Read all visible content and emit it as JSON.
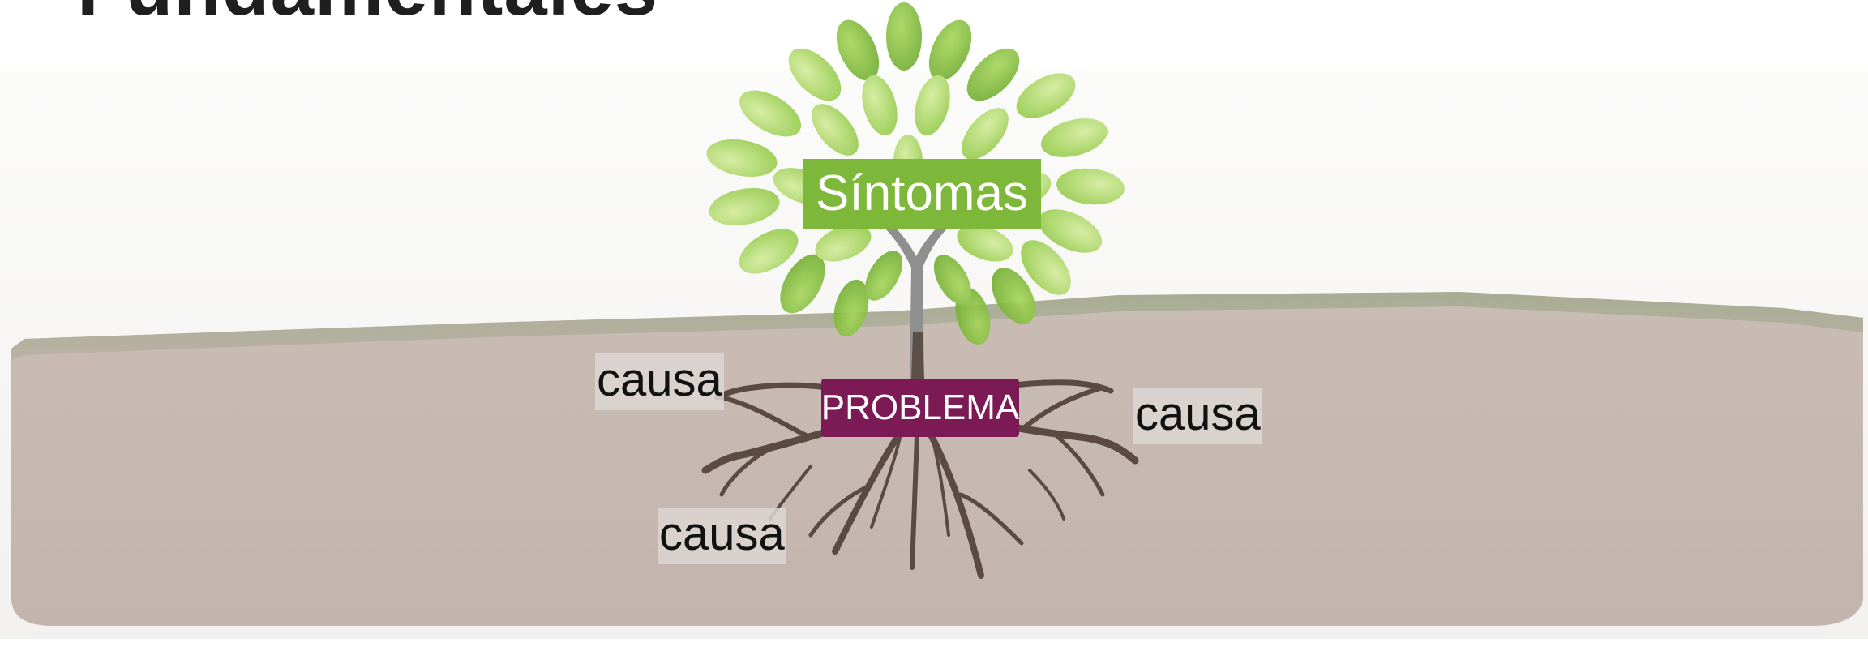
{
  "page": {
    "title": "Fundamentales"
  },
  "diagram": {
    "symptoms_label": "Síntomas",
    "problem_label": "PROBLEMA",
    "causes": [
      "causa",
      "causa",
      "causa"
    ]
  },
  "colors": {
    "symptoms": "#7db83a",
    "problem": "#7b1a54",
    "soil": "#cbbdb5",
    "grass": "#9ea88a",
    "leaves": "#8cc63f",
    "trunk": "#8a8a8a",
    "roots": "#5a4a42"
  }
}
